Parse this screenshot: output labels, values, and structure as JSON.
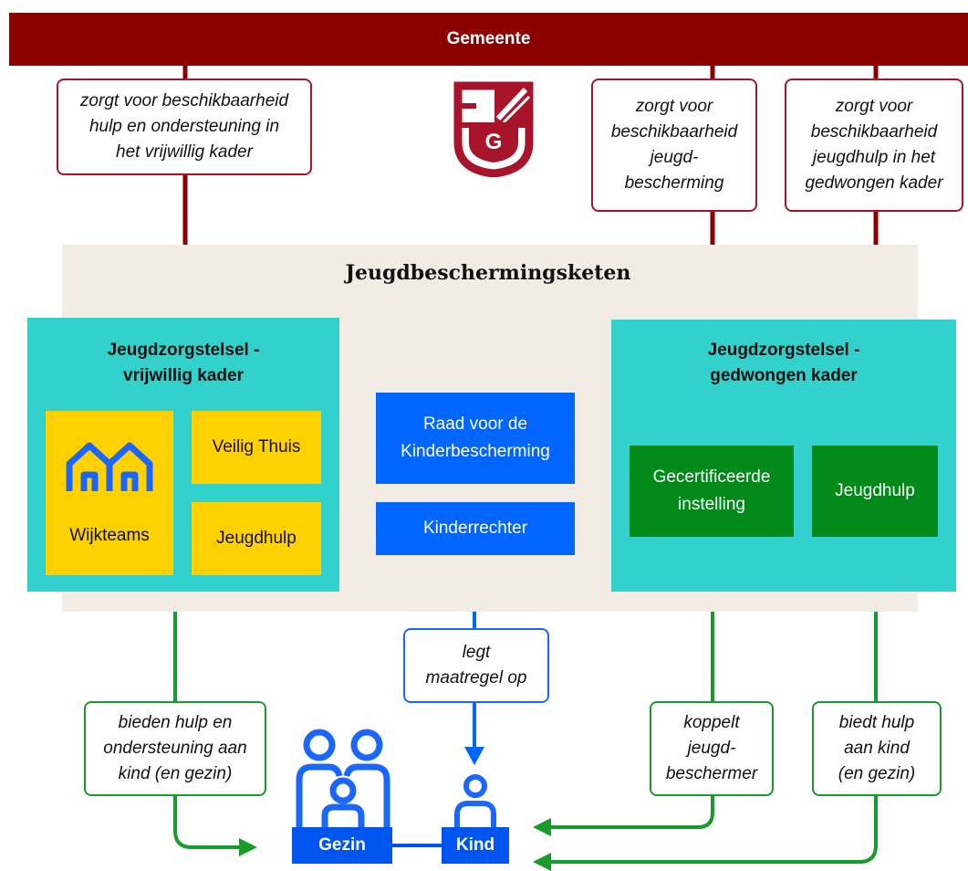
{
  "header": {
    "title": "Gemeente"
  },
  "logo": {
    "letter": "G"
  },
  "keten": {
    "title": "Jeugdbeschermingsketen"
  },
  "voluntary": {
    "title": "Jeugdzorgstelsel -\nvrijwillig kader",
    "wijkteams": "Wijkteams",
    "veilig_thuis": "Veilig Thuis",
    "jeugdhulp": "Jeugdhulp"
  },
  "forced": {
    "title": "Jeugdzorgstelsel -\ngedwongen kader",
    "gecertificeerde": "Gecertificeerde\ninstelling",
    "jeugdhulp": "Jeugdhulp"
  },
  "center": {
    "raad": "Raad voor de\nKinderbescherming",
    "kinderrechter": "Kinderrechter"
  },
  "notes": {
    "vrijwillig": "zorgt voor beschikbaarheid\nhulp en ondersteuning in\nhet vrijwillig kader",
    "jeugdbescherming": "zorgt voor\nbeschikbaarheid\njeugd-\nbescherming",
    "gedwongen": "zorgt voor\nbeschikbaarheid\njeugdhulp in het\ngedwongen kader",
    "maatregel": "legt\nmaatregel op",
    "bieden": "bieden hulp en\nondersteuning aan\nkind (en gezin)",
    "koppelt": "koppelt\njeugd-\nbeschermer",
    "biedt": "biedt hulp\naan kind\n(en gezin)"
  },
  "bottom": {
    "gezin": "Gezin",
    "kind": "Kind"
  },
  "colors": {
    "header": "#8b0000",
    "teal": "#33d1cc",
    "yellow": "#ffd100",
    "blue": "#0066ff",
    "green": "#008a1a",
    "keten_bg": "#f2ede4"
  },
  "icons": [
    "municipal-shield-icon",
    "houses-icon",
    "family-icon",
    "child-icon"
  ]
}
